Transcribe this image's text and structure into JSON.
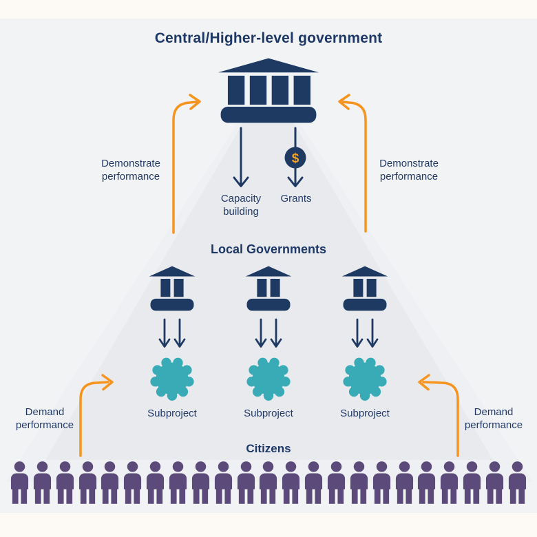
{
  "title": "Central/Higher-level government",
  "headings": {
    "local_governments": "Local Governments",
    "citizens": "Citizens"
  },
  "flows": {
    "capacity_building": "Capacity building",
    "grants": "Grants"
  },
  "side_labels": {
    "demonstrate_left": "Demonstrate performance",
    "demonstrate_right": "Demonstrate performance",
    "demand_left": "Demand performance",
    "demand_right": "Demand performance"
  },
  "subprojects": [
    {
      "label": "Subproject"
    },
    {
      "label": "Subproject"
    },
    {
      "label": "Subproject"
    }
  ],
  "coin": {
    "symbol": "$"
  },
  "citizens": {
    "count": 23
  },
  "icons": {
    "central_government": "government-building-icon",
    "local_government": "small-government-building-icon",
    "subproject": "gear-icon",
    "grants": "dollar-coin-icon",
    "citizen": "person-icon",
    "flow_down": "down-arrow-icon",
    "feedback": "curved-orange-arrow-icon"
  },
  "colors": {
    "navy": "#1e3a63",
    "text_navy": "#223a66",
    "orange": "#f7941e",
    "teal": "#38abb7",
    "purple": "#5c4a7a",
    "cone_gray": "#e9eaee",
    "panel_gray": "#f2f3f5",
    "outer_cream": "#fdf9f4",
    "coin_dollar": "#f7a11d"
  }
}
